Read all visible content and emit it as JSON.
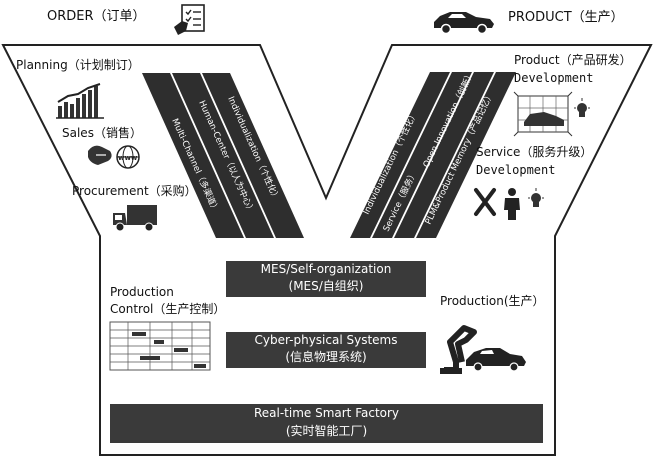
{
  "header": {
    "order_label": "ORDER（订单）",
    "product_label": "PRODUCT（生产）"
  },
  "left_column": {
    "planning": "Planning（计划制订）",
    "sales": "Sales（销售）",
    "procurement": "Procurement（采购）"
  },
  "right_column": {
    "product_dev_line1": "Product（产品研发）",
    "product_dev_line2": "Development",
    "service_dev_line1": "Service（服务升级）",
    "service_dev_line2": "Development"
  },
  "left_stripes": [
    "Multi-Channel（多渠道）",
    "Human-Center（以人为中心）",
    "Individualization（个性化）"
  ],
  "right_stripes": [
    "Individualization（个性化）",
    "Service（服务）",
    "Open Innovation（创新）",
    "PLM&Product Memory（产品记忆）"
  ],
  "middle": {
    "production_control_line1": "Production",
    "production_control_line2": "Control（生产控制）",
    "production": "Production(生产）"
  },
  "bars": {
    "mes_line1": "MES/Self-organization",
    "mes_line2": "(MES/自组织)",
    "cps_line1": "Cyber-physical Systems",
    "cps_line2": "(信息物理系统)",
    "factory_line1": "Real-time Smart Factory",
    "factory_line2": "(实时智能工厂)"
  }
}
